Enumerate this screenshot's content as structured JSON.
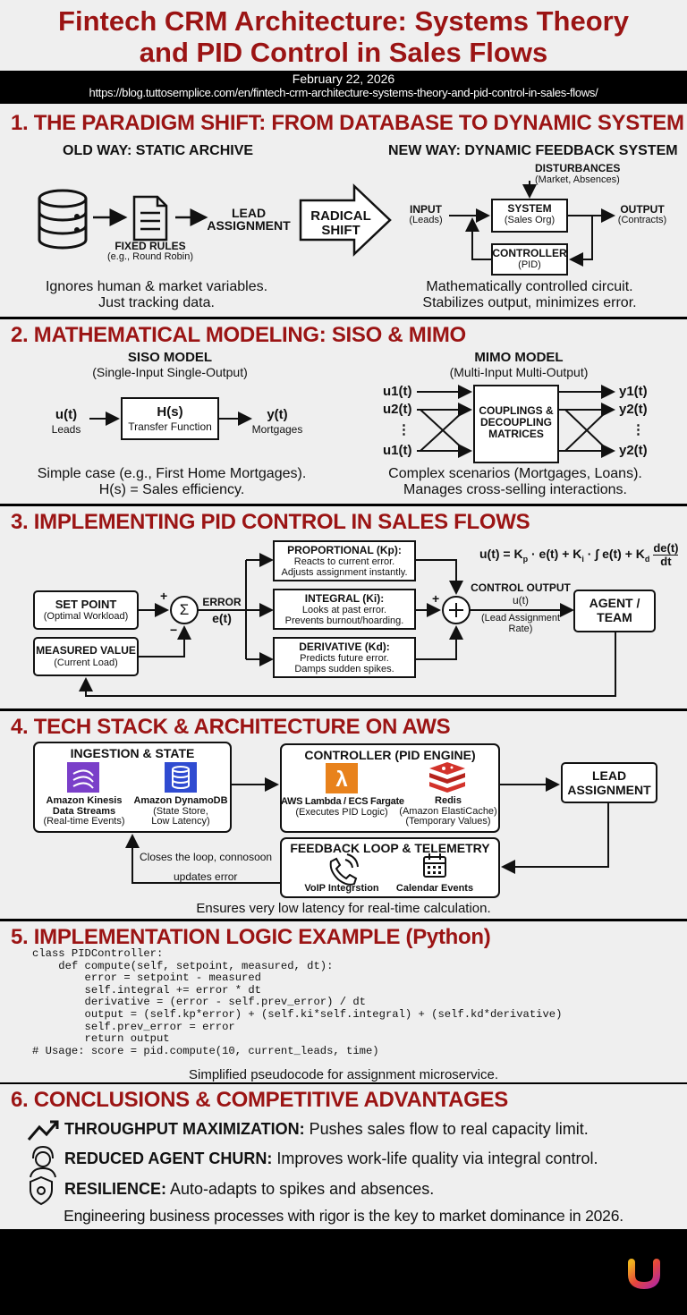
{
  "header": {
    "title_line1": "Fintech CRM Architecture: Systems Theory",
    "title_line2": "and PID Control in Sales Flows",
    "date": "February 22, 2026",
    "url": "https://blog.tuttosemplice.com/en/fintech-crm-architecture-systems-theory-and-pid-control-in-sales-flows/"
  },
  "s1": {
    "title": "1. THE PARADIGM SHIFT: FROM DATABASE TO DYNAMIC SYSTEM",
    "old_heading": "OLD WAY: STATIC ARCHIVE",
    "new_heading": "NEW WAY: DYNAMIC FEEDBACK SYSTEM",
    "fixed_rules": "FIXED RULES",
    "fixed_rules_sub": "(e.g., Round Robin)",
    "lead_assignment_1": "LEAD",
    "lead_assignment_2": "ASSIGNMENT",
    "shift_1": "RADICAL",
    "shift_2": "SHIFT",
    "disturbances": "DISTURBANCES",
    "disturbances_sub": "(Market, Absences)",
    "input": "INPUT",
    "input_sub": "(Leads)",
    "system": "SYSTEM",
    "system_sub": "(Sales Org)",
    "output": "OUTPUT",
    "output_sub": "(Contracts)",
    "controller": "CONTROLLER",
    "controller_sub": "(PID)",
    "old_caption_1": "Ignores human & market variables.",
    "old_caption_2": "Just tracking data.",
    "new_caption_1": "Mathematically controlled circuit.",
    "new_caption_2": "Stabilizes output, minimizes error."
  },
  "s2": {
    "title": "2. MATHEMATICAL MODELING: SISO & MIMO",
    "siso_heading": "SISO MODEL",
    "siso_sub": "(Single-Input Single-Output)",
    "u": "u(t)",
    "u_sub": "Leads",
    "hs": "H(s)",
    "hs_sub": "Transfer Function",
    "y": "y(t)",
    "y_sub": "Mortgages",
    "mimo_heading": "MIMO MODEL",
    "mimo_sub": "(Multi-Input Multi-Output)",
    "inputs": [
      "u1(t)",
      "u2(t)",
      "⋮",
      "u1(t)"
    ],
    "outputs": [
      "y1(t)",
      "y2(t)",
      "⋮",
      "y2(t)"
    ],
    "matrix_1": "COUPLINGS &",
    "matrix_2": "DECOUPLING",
    "matrix_3": "MATRICES",
    "siso_caption_1": "Simple case (e.g., First Home Mortgages).",
    "siso_caption_2": "H(s) = Sales efficiency.",
    "mimo_caption_1": "Complex scenarios (Mortgages, Loans).",
    "mimo_caption_2": "Manages cross-selling interactions."
  },
  "s3": {
    "title": "3. IMPLEMENTING PID CONTROL IN SALES FLOWS",
    "set_point": "SET POINT",
    "set_point_sub": "(Optimal Workload)",
    "measured": "MEASURED VALUE",
    "measured_sub": "(Current Load)",
    "sigma": "Σ",
    "plus": "+",
    "minus": "−",
    "error": "ERROR",
    "error_sym": "e(t)",
    "p_title": "PROPORTIONAL (Kp):",
    "p_1": "Reacts to current error.",
    "p_2": "Adjusts assignment instantly.",
    "i_title": "INTEGRAL (Ki):",
    "i_1": "Looks at past error.",
    "i_2": "Prevents burnout/hoarding.",
    "d_title": "DERIVATIVE (Kd):",
    "d_1": "Predicts future error.",
    "d_2": "Damps sudden spikes.",
    "control_output": "CONTROL OUTPUT",
    "control_u": "u(t)",
    "control_sub_1": "(Lead Assignment",
    "control_sub_2": "Rate)",
    "agent_1": "AGENT /",
    "agent_2": "TEAM",
    "formula": "u(t) = Kp · e(t) + Ki · ∫ e(t) + Kd de(t)/dt"
  },
  "s4": {
    "title": "4. TECH STACK & ARCHITECTURE ON AWS",
    "ingest_heading": "INGESTION & STATE",
    "kinesis_1": "Amazon Kinesis",
    "kinesis_2": "Data Streams",
    "kinesis_3": "(Real-time Events)",
    "dynamo_1": "Amazon DynamoDB",
    "dynamo_2": "(State Store,",
    "dynamo_3": "Low Latency)",
    "ctrl_heading": "CONTROLLER (PID ENGINE)",
    "lambda_1": "AWS Lambda / ECS Fargate",
    "lambda_2": "(Executes PID Logic)",
    "redis_1": "Redis",
    "redis_2": "(Amazon ElastiCache)",
    "redis_3": "(Temporary Values)",
    "lead_1": "LEAD",
    "lead_2": "ASSIGNMENT",
    "feedback_heading": "FEEDBACK LOOP & TELEMETRY",
    "voip": "VoIP Integrstion",
    "calendar": "Calendar Events",
    "loop_1": "Closes the loop, connosoon",
    "loop_2": "updates error",
    "caption": "Ensures very low latency for real-time calculation."
  },
  "s5": {
    "title": "5. IMPLEMENTATION LOGIC EXAMPLE (Python)",
    "code": "class PIDController:\n    def compute(self, setpoint, measured, dt):\n        error = setpoint - measured\n        self.integral += error * dt\n        derivative = (error - self.prev_error) / dt\n        output = (self.kp*error) + (self.ki*self.integral) + (self.kd*derivative)\n        self.prev_error = error\n        return output\n# Usage: score = pid.compute(10, current_leads, time)",
    "caption": "Simplified pseudocode for assignment microservice."
  },
  "s6": {
    "title": "6. CONCLUSIONS & COMPETITIVE ADVANTAGES",
    "items": [
      {
        "label": "THROUGHPUT MAXIMIZATION:",
        "text": " Pushes sales flow to real capacity limit."
      },
      {
        "label": "REDUCED AGENT CHURN:",
        "text": " Improves work-life quality via integral control."
      },
      {
        "label": "RESILIENCE:",
        "text": " Auto-adapts to spikes and absences."
      }
    ],
    "closing": "Engineering business processes with rigor is the key to market dominance in 2026."
  },
  "colors": {
    "title_red": "#9b1414",
    "kinesis": "#7a3fc9",
    "dynamo": "#2f4bd1",
    "lambda": "#e8821c",
    "redis": "#d3332b"
  }
}
